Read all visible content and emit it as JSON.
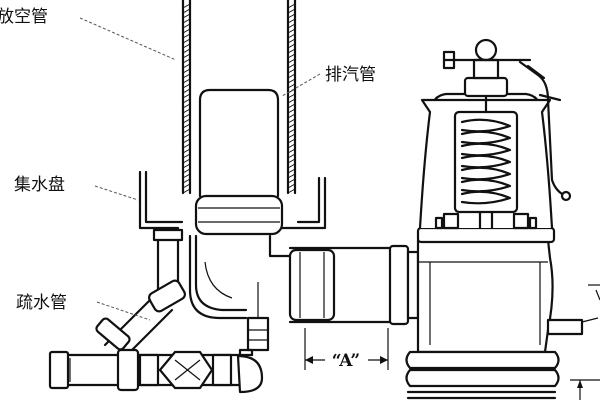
{
  "labels": {
    "vent_pipe": "放空管",
    "exhaust_pipe": "排汽管",
    "drip_pan": "集水盘",
    "drain_pipe": "疏水管",
    "dimension_a": "“A”"
  },
  "colors": {
    "line": "#111111",
    "background": "#ffffff"
  }
}
